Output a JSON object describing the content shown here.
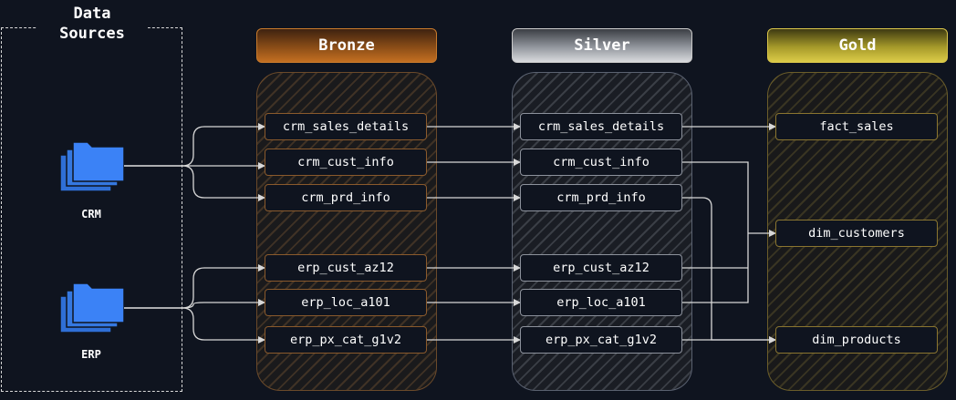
{
  "colors": {
    "background": "#0f141f",
    "bronze": "#c46f21",
    "silver": "#c9c9c9",
    "gold": "#dccc48",
    "folder": "#3b82f6",
    "arrow": "#d8d8d8"
  },
  "sources": {
    "title_line1": "Data",
    "title_line2": "Sources",
    "items": [
      {
        "label": "CRM",
        "icon": "folder-stack-icon"
      },
      {
        "label": "ERP",
        "icon": "folder-stack-icon"
      }
    ]
  },
  "layers": {
    "bronze": {
      "title": "Bronze",
      "tables": [
        "crm_sales_details",
        "crm_cust_info",
        "crm_prd_info",
        "erp_cust_az12",
        "erp_loc_a101",
        "erp_px_cat_g1v2"
      ]
    },
    "silver": {
      "title": "Silver",
      "tables": [
        "crm_sales_details",
        "crm_cust_info",
        "crm_prd_info",
        "erp_cust_az12",
        "erp_loc_a101",
        "erp_px_cat_g1v2"
      ]
    },
    "gold": {
      "title": "Gold",
      "tables": [
        "fact_sales",
        "dim_customers",
        "dim_products"
      ]
    }
  }
}
